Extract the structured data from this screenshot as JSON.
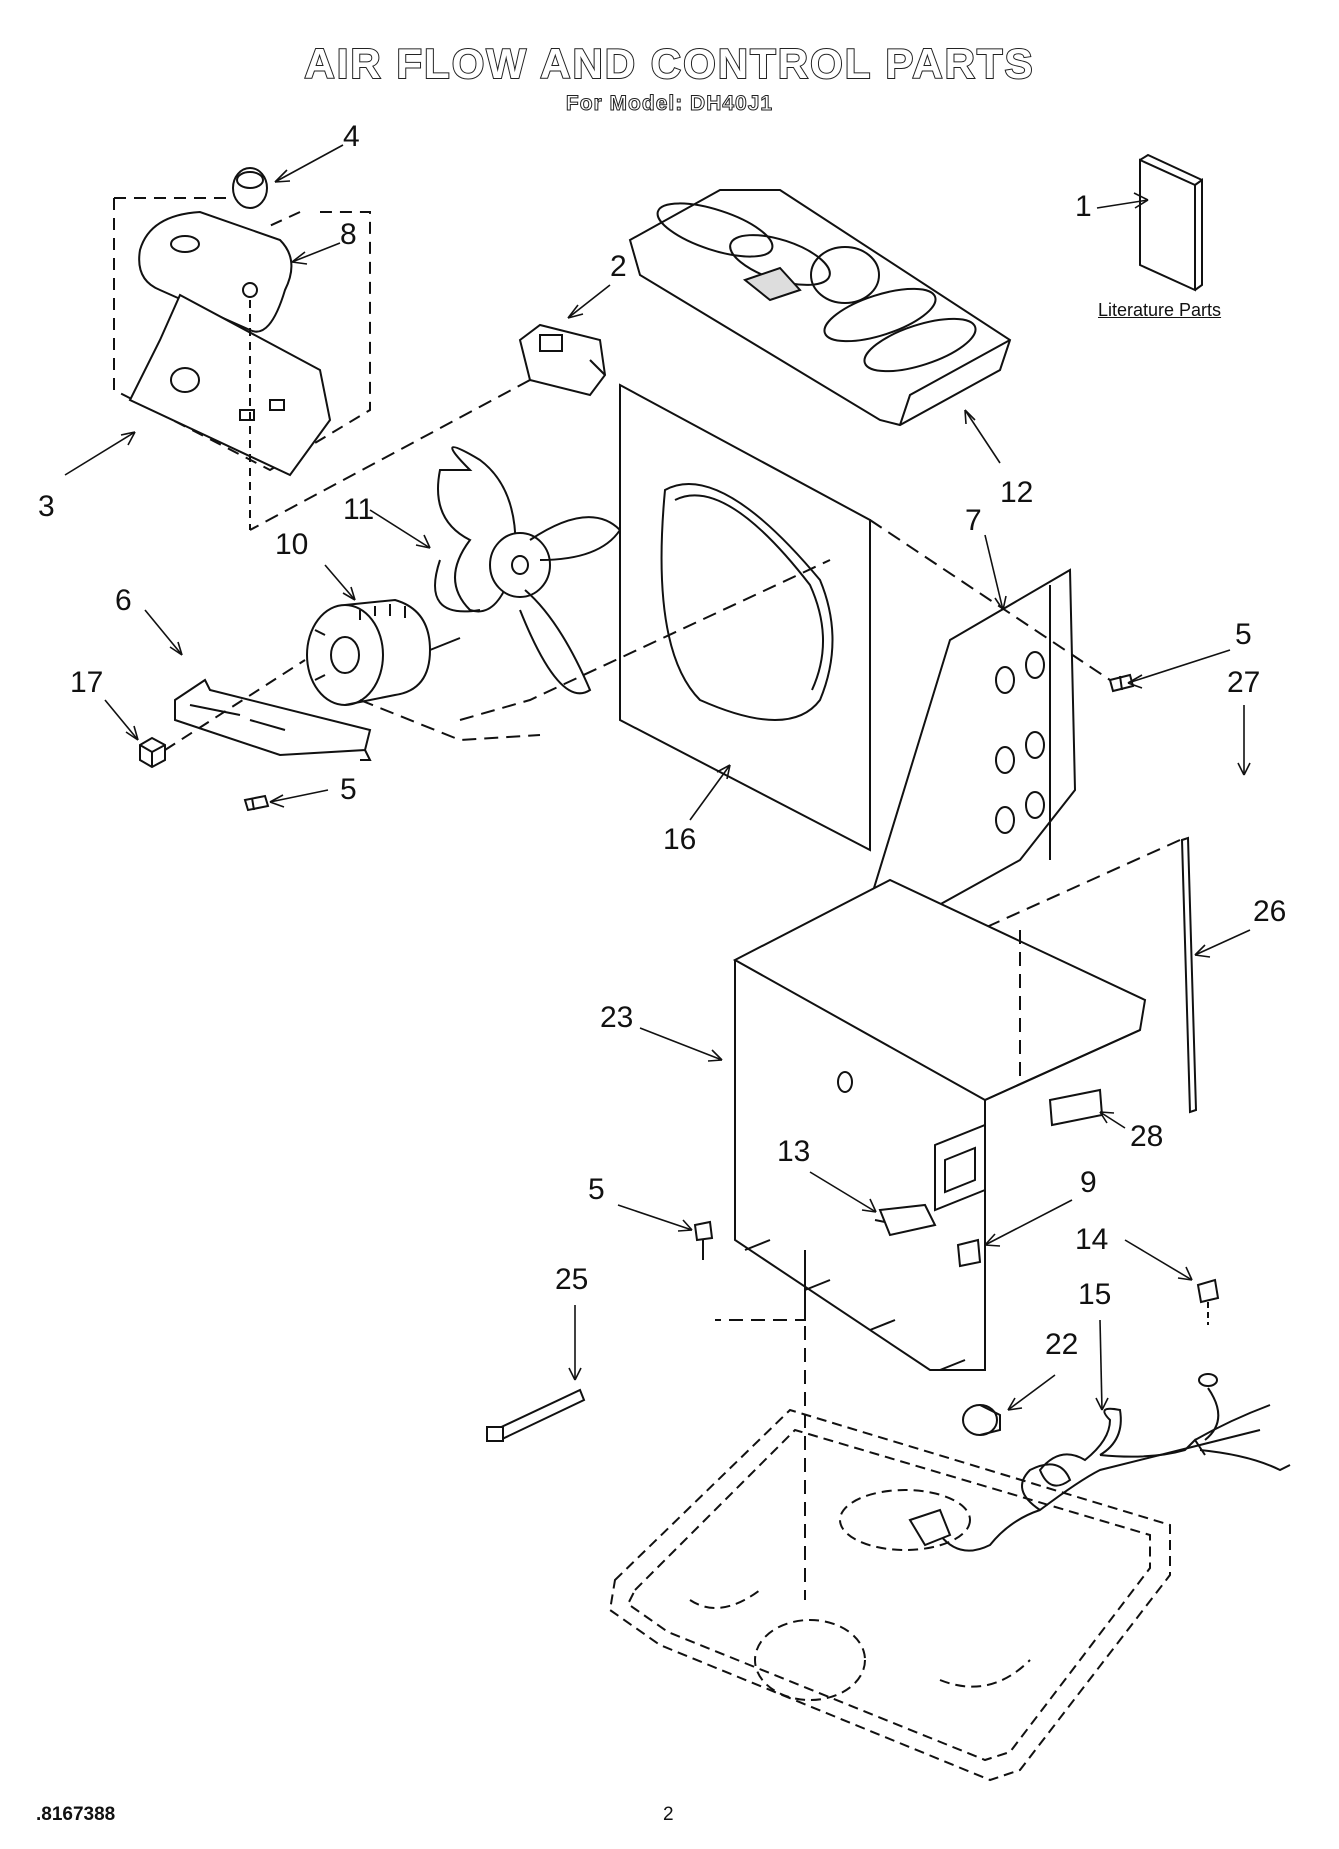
{
  "header": {
    "title": "AIR FLOW AND CONTROL PARTS",
    "subtitle": "For Model: DH40J1"
  },
  "literature_label": "Literature Parts",
  "callouts": [
    "4",
    "8",
    "2",
    "1",
    "3",
    "11",
    "10",
    "12",
    "7",
    "6",
    "5",
    "17",
    "5",
    "27",
    "16",
    "26",
    "23",
    "28",
    "13",
    "9",
    "5",
    "14",
    "25",
    "15",
    "22"
  ],
  "footer": {
    "doc_number": ".8167388",
    "page_number": "2"
  }
}
